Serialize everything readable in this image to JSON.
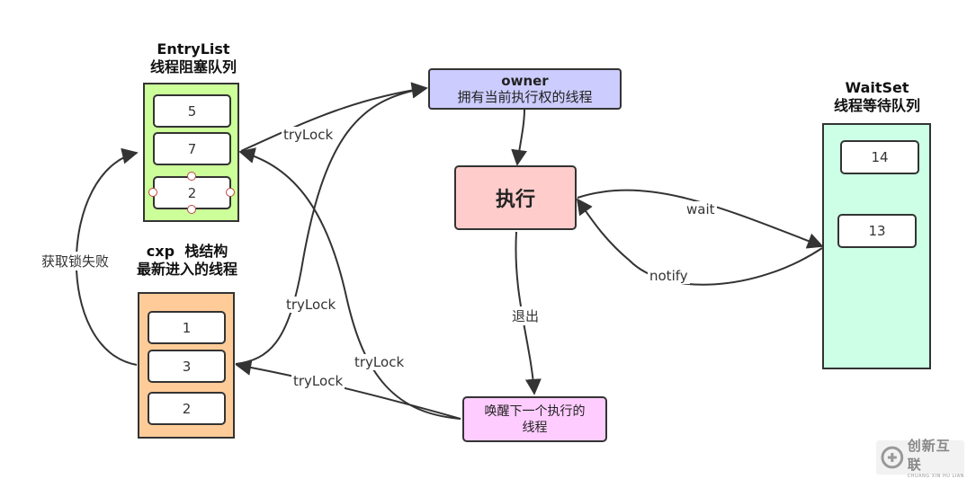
{
  "entry_list": {
    "title": "EntryList",
    "subtitle": "线程阻塞队列",
    "items": [
      "5",
      "7",
      "2"
    ]
  },
  "cxp": {
    "title": "cxp  栈结构",
    "subtitle": "最新进入的线程",
    "items": [
      "1",
      "3",
      "2"
    ]
  },
  "owner": {
    "title": "owner",
    "subtitle": "拥有当前执行权的线程"
  },
  "execute": {
    "label": "执行"
  },
  "wake_next": {
    "line1": "唤醒下一个执行的",
    "line2": "线程"
  },
  "wait_set": {
    "title": "WaitSet",
    "subtitle": "线程等待队列",
    "items": [
      "14",
      "13"
    ]
  },
  "edge_labels": {
    "try_lock_entry": "tryLock",
    "try_lock_cxp_up": "tryLock",
    "try_lock_wake_entry": "tryLock",
    "try_lock_wake_cxp": "tryLock",
    "acquire_fail": "获取锁失败",
    "wait": "wait",
    "notify": "notify",
    "exit": "退出"
  },
  "watermark": {
    "text": "创新互联",
    "sub": "CHUANG XIN HU LIAN"
  },
  "colors": {
    "entry_list_fill": "#ccff99",
    "cxp_fill": "#ffcc99",
    "owner_fill": "#ccccff",
    "execute_fill": "#ffcccc",
    "wake_fill": "#ffccff",
    "wait_set_fill": "#ccffe6",
    "stroke": "#333333"
  }
}
